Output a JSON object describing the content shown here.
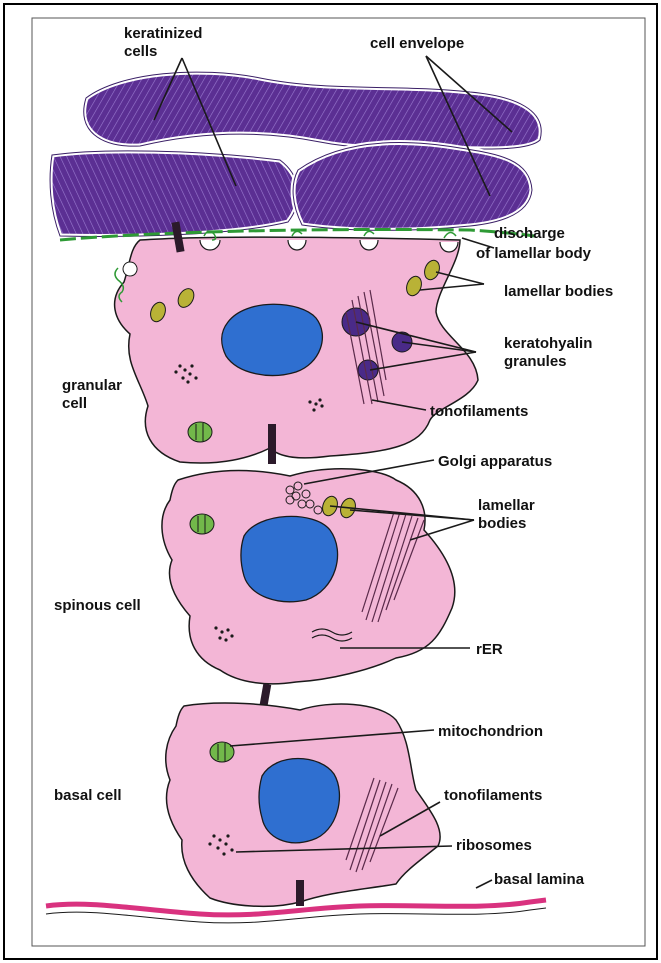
{
  "labels": {
    "keratinized_cells": [
      "keratinized",
      "cells"
    ],
    "cell_envelope": "cell envelope",
    "discharge": [
      "discharge",
      "of lamellar body"
    ],
    "lamellar_bodies_top": "lamellar bodies",
    "keratohyalin": [
      "keratohyalin",
      "granules"
    ],
    "granular_cell": [
      "granular",
      "cell"
    ],
    "tonofilaments_top": "tonofilaments",
    "golgi": "Golgi apparatus",
    "lamellar_bodies_mid": [
      "lamellar",
      "bodies"
    ],
    "spinous_cell": "spinous cell",
    "rer": "rER",
    "mitochondrion": "mitochondrion",
    "basal_cell": "basal cell",
    "tonofilaments_bottom": "tonofilaments",
    "ribosomes": "ribosomes",
    "basal_lamina": "basal lamina"
  },
  "colors": {
    "cell_fill": "#f3b6d6",
    "keratinized_fill": "#5b2f93",
    "nucleus_fill": "#2f6fd0",
    "mitochondrion_fill": "#72b84a",
    "lamellar_fill": "#b9b236",
    "keratohyalin_fill": "#4a2a88",
    "basal_lamina": "#d9327f",
    "discharge_line": "#2e9a35"
  },
  "icons": {
    "nucleus": "nucleus-icon",
    "mitochondrion": "mitochondrion-icon",
    "lamellar_body": "lamellar-body-icon",
    "keratohyalin": "keratohyalin-granule-icon",
    "desmosome": "desmosome-icon"
  }
}
